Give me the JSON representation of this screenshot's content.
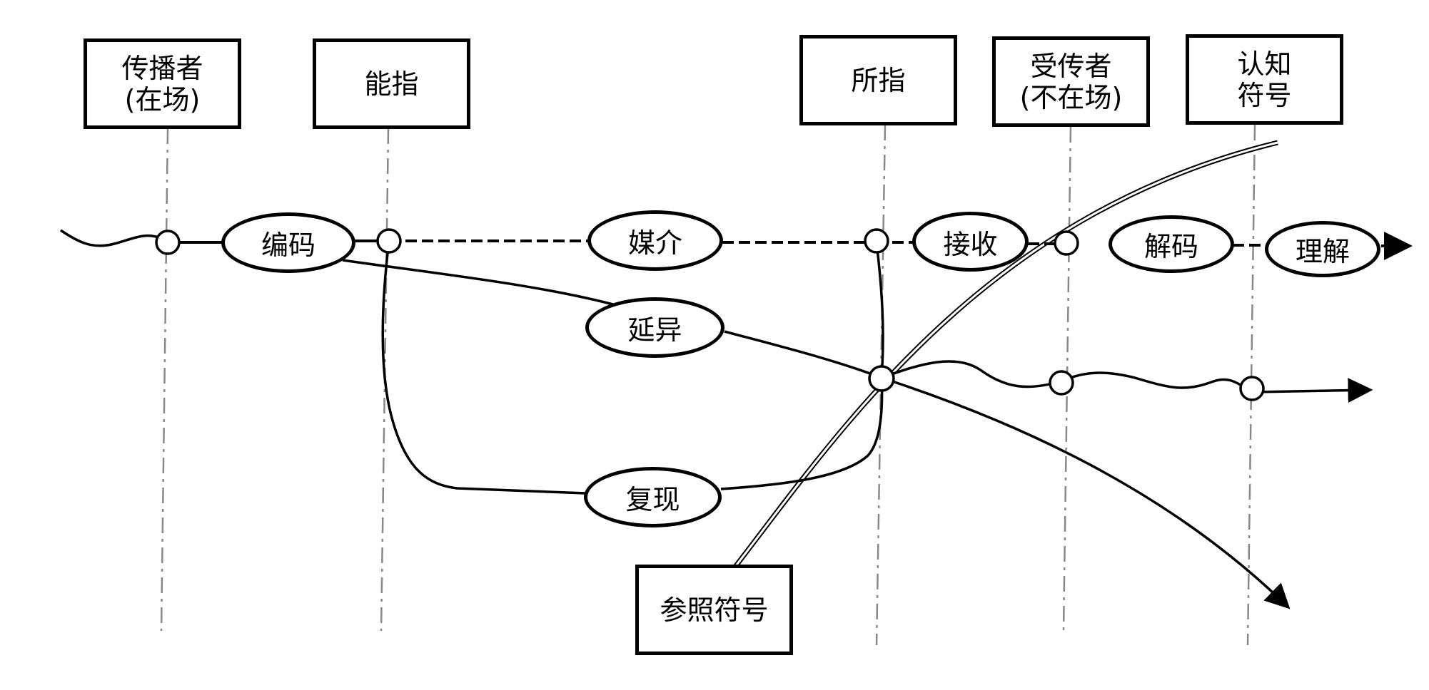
{
  "boxes": {
    "communicator": {
      "line1": "传播者",
      "line2": "(在场)"
    },
    "signifier": {
      "label": "能指"
    },
    "signified": {
      "label": "所指"
    },
    "receiver": {
      "line1": "受传者",
      "line2": "(不在场)"
    },
    "cognitive_sign": {
      "line1": "认知",
      "line2": "符号"
    },
    "reference_sign": {
      "label": "参照符号"
    }
  },
  "ovals": {
    "encoding": "编码",
    "media": "媒介",
    "receiving": "接收",
    "decoding": "解码",
    "understanding": "理解",
    "differance": "延异",
    "reappearance": "复现"
  }
}
